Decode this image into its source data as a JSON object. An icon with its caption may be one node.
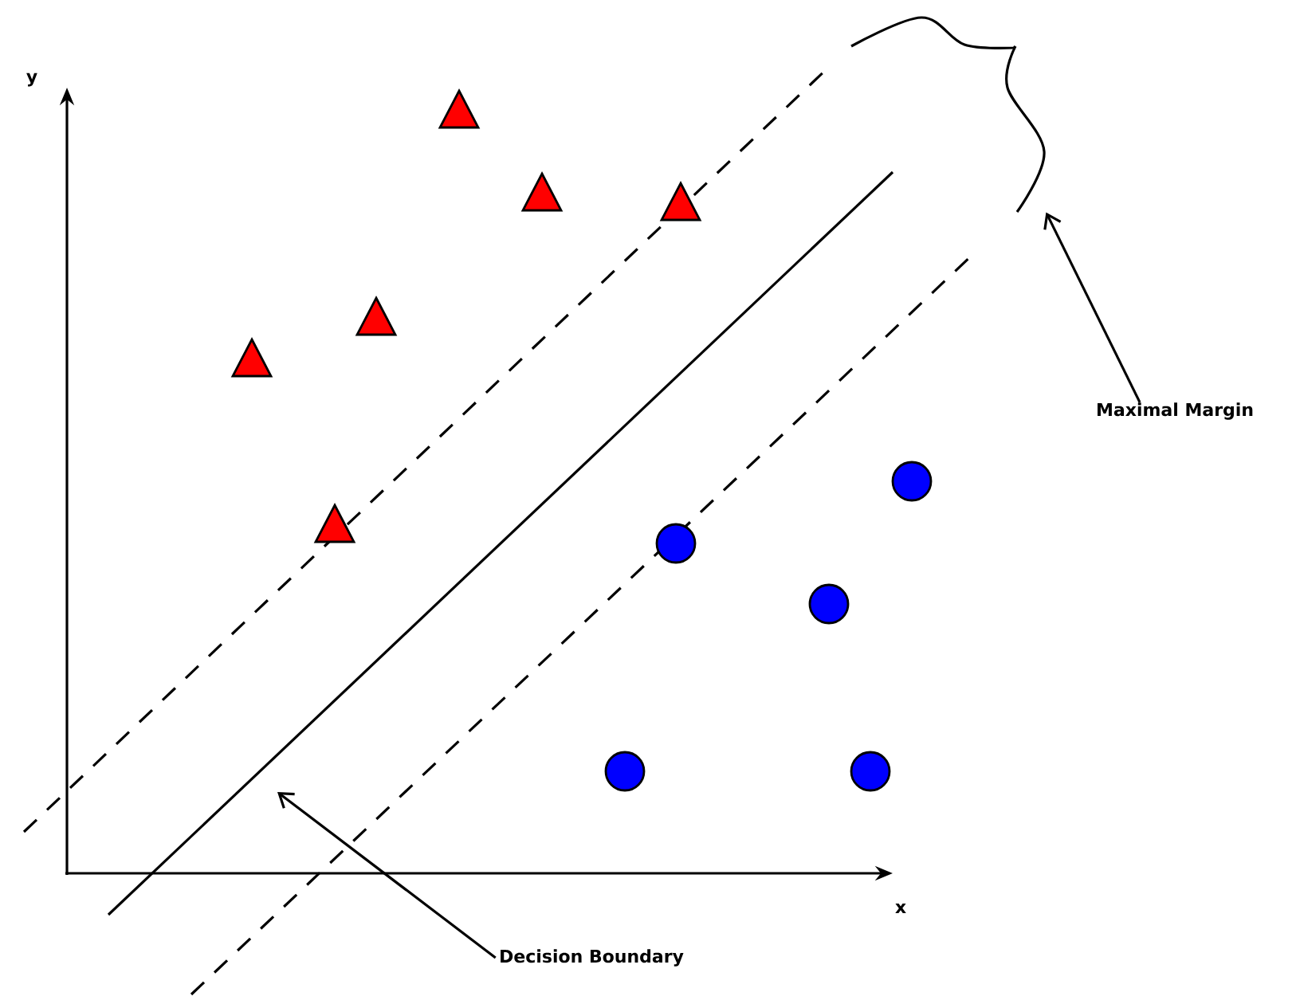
{
  "diagram": {
    "nodes": [
      {
        "text": [
          "Maximal Margin"
        ]
      },
      {
        "text": [
          "Decision Boundary"
        ]
      },
      {
        "text": [],
        "shape": "brace"
      }
    ],
    "edges": [
      {
        "from": 0,
        "to": 2,
        "arrow": "to"
      },
      {
        "from": 1,
        "to": null,
        "arrow": "to"
      }
    ],
    "labels": [
      "y",
      "x"
    ]
  }
}
